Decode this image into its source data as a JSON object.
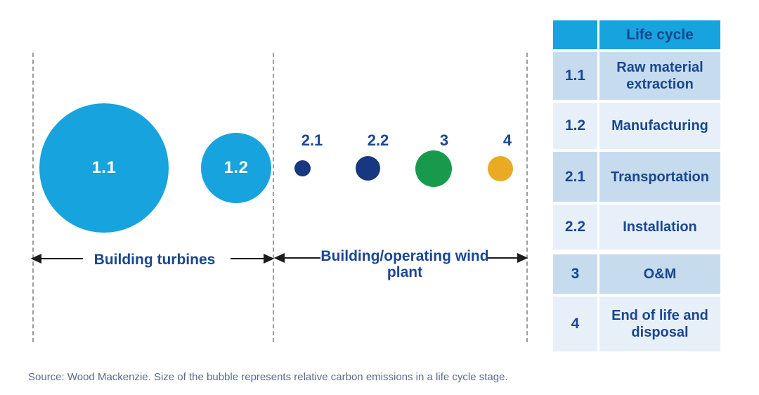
{
  "chart_data": {
    "type": "bubble",
    "title": "",
    "note": "Size of the bubble represents relative carbon emissions in a life cycle stage",
    "groups": [
      {
        "label": "Building turbines",
        "stages": [
          "1.1",
          "1.2"
        ]
      },
      {
        "label": "Building/operating wind plant",
        "stages": [
          "2.1",
          "2.2",
          "3",
          "4"
        ]
      }
    ],
    "bubbles": [
      {
        "stage": "1.1",
        "name": "Raw material extraction",
        "relative_size": 92,
        "color": "#17a3de",
        "label_inside": true
      },
      {
        "stage": "1.2",
        "name": "Manufacturing",
        "relative_size": 50,
        "color": "#17a3de",
        "label_inside": true
      },
      {
        "stage": "2.1",
        "name": "Transportation",
        "relative_size": 12,
        "color": "#17387e",
        "label_inside": false
      },
      {
        "stage": "2.2",
        "name": "Installation",
        "relative_size": 18,
        "color": "#17387e",
        "label_inside": false
      },
      {
        "stage": "3",
        "name": "O&M",
        "relative_size": 26,
        "color": "#189a4d",
        "label_inside": false
      },
      {
        "stage": "4",
        "name": "End of life and disposal",
        "relative_size": 18,
        "color": "#e9ab25",
        "label_inside": false
      }
    ]
  },
  "legend_table": {
    "header": [
      "",
      "Life cycle"
    ],
    "rows": [
      [
        "1.1",
        "Raw material extraction"
      ],
      [
        "1.2",
        "Manufacturing"
      ],
      [
        "2.1",
        "Transportation"
      ],
      [
        "2.2",
        "Installation"
      ],
      [
        "3",
        "O&M"
      ],
      [
        "4",
        "End of life and disposal"
      ]
    ]
  },
  "source_note": "Source: Wood Mackenzie. Size of the bubble represents relative carbon emissions in a life cycle stage.",
  "colors": {
    "sky_blue": "#17a3de",
    "navy_bubble": "#17387e",
    "green_bubble": "#189a4d",
    "amber_bubble": "#e9ab25",
    "text_navy": "#1b4690",
    "table_row_dark": "#c6dcee",
    "table_row_light": "#e7f0f9",
    "source_text": "#5a6a8c",
    "dashed_line": "#9d9d9d",
    "arrow": "#1c1c1c"
  }
}
